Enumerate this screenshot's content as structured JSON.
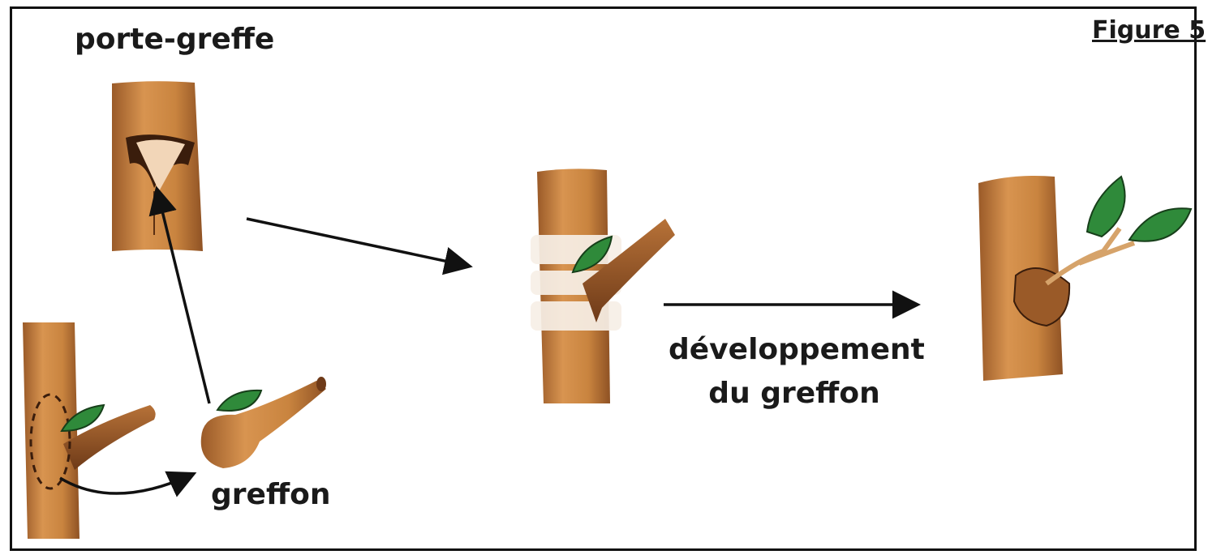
{
  "labels": {
    "porte_greffe": "porte-greffe",
    "figure": "Figure 5",
    "greffon": "greffon",
    "developpement_line1": "développement",
    "developpement_line2": "du greffon"
  },
  "colors": {
    "bark": "#c8833e",
    "bark_dark": "#8a4f22",
    "bark_light": "#e9b57a",
    "leaf": "#2f8a3a",
    "leaf_dark": "#1d5f25",
    "arrow": "#111111",
    "wrap": "#f6efe6"
  }
}
